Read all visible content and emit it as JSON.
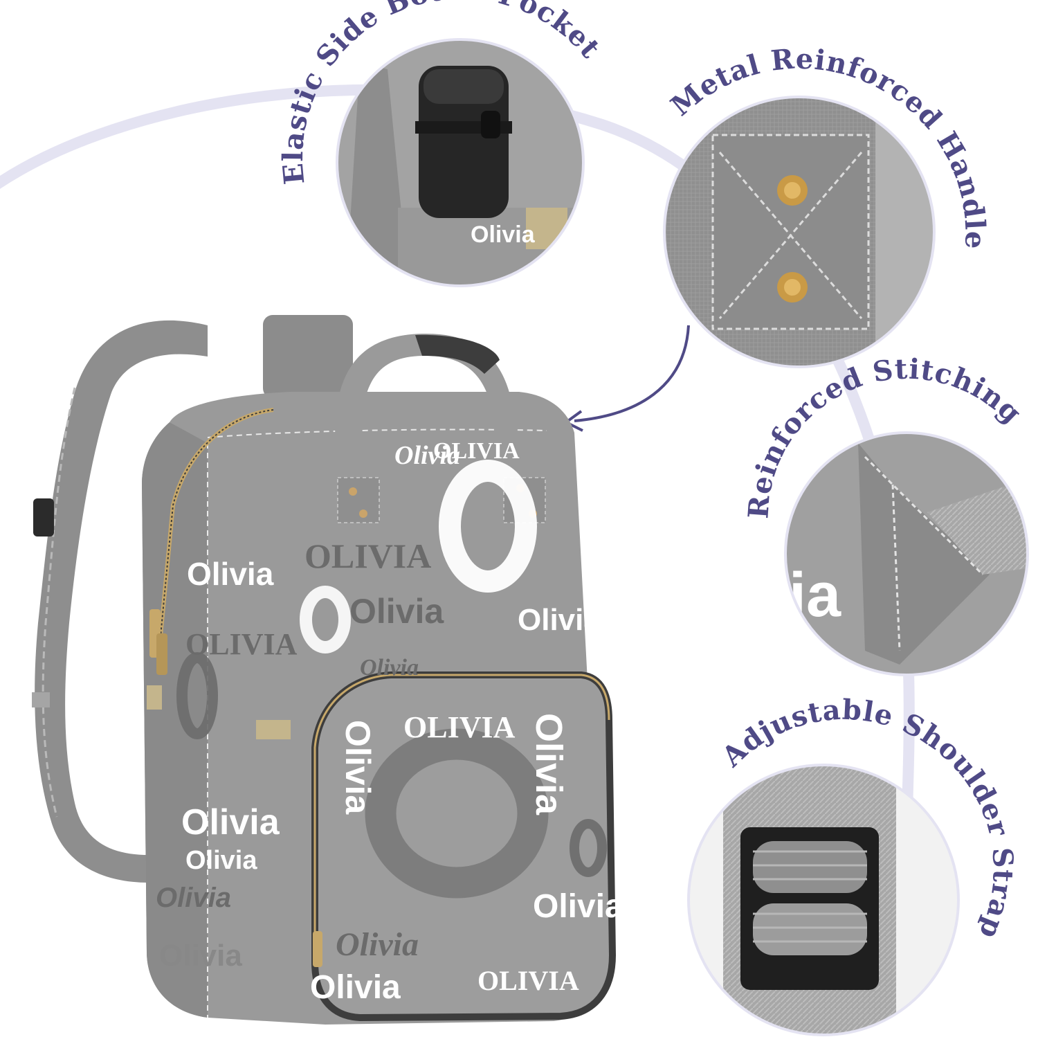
{
  "callouts": [
    {
      "label": "Elastic Side Bottle Pocket"
    },
    {
      "label": "Metal Reinforced Handle"
    },
    {
      "label": "Reinforced Stitching"
    },
    {
      "label": "Adjustable Shoulder Strap"
    }
  ],
  "pattern_names": [
    "OLIVIA",
    "Olivia",
    "Olivia",
    "OLIVIA",
    "Olivia",
    "Olivia",
    "Olivia",
    "OLIVIA",
    "Olivia",
    "Olivia",
    "OLIVIA",
    "Olivia",
    "Olivia",
    "Olivia",
    "OLIVIA",
    "Olivia",
    "Olivia",
    "Olivia",
    "Olivia"
  ],
  "colors": {
    "accent": "#4f4a86",
    "arc": "#e4e3f2",
    "bag": "#9a9a9a",
    "bag_dark": "#6f6f6f",
    "zipper_gold": "#c7a86a",
    "print_white": "#ffffff",
    "print_gray": "#6b6b6b"
  },
  "icons": {
    "bottle": "bottle-icon",
    "rivet": "rivet-icon",
    "buckle": "buckle-icon",
    "arrow": "curved-arrow-icon"
  }
}
